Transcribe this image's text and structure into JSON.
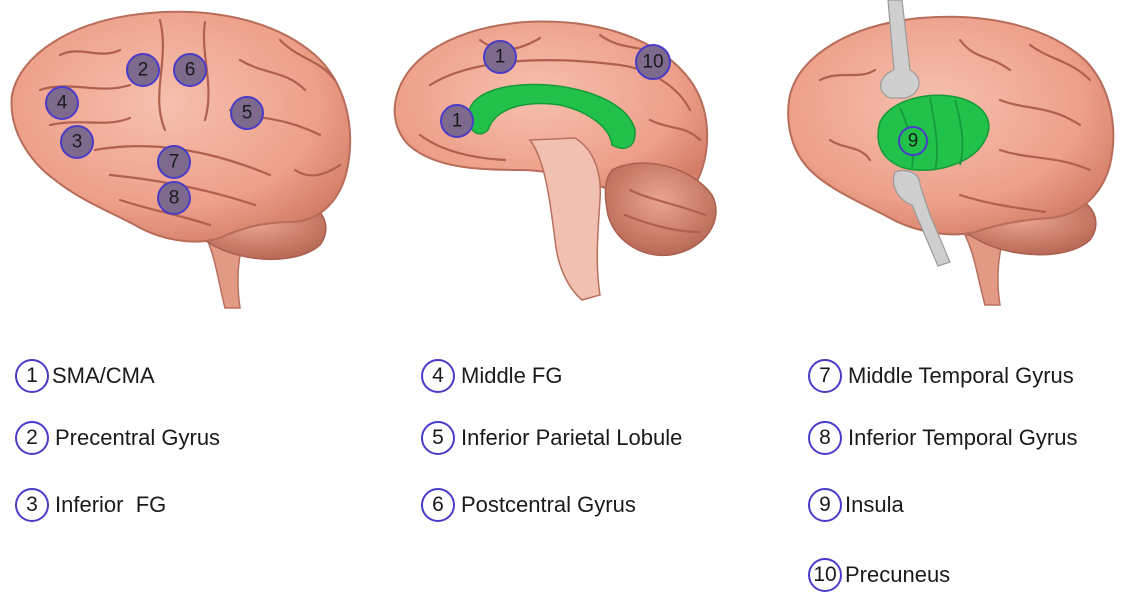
{
  "markers": {
    "lateral": [
      {
        "id": "2",
        "text": "2"
      },
      {
        "id": "6",
        "text": "6"
      },
      {
        "id": "4",
        "text": "4"
      },
      {
        "id": "5",
        "text": "5"
      },
      {
        "id": "3",
        "text": "3"
      },
      {
        "id": "7",
        "text": "7"
      },
      {
        "id": "8",
        "text": "8"
      }
    ],
    "medial": [
      {
        "id": "1a",
        "text": "1"
      },
      {
        "id": "10",
        "text": "10"
      },
      {
        "id": "1b",
        "text": "1"
      }
    ],
    "insular": [
      {
        "id": "9",
        "text": "9"
      }
    ]
  },
  "legend": [
    {
      "num": "1",
      "label": "SMA/CMA"
    },
    {
      "num": "2",
      "label": "Precentral Gyrus"
    },
    {
      "num": "3",
      "label": "Inferior  FG"
    },
    {
      "num": "4",
      "label": "Middle FG"
    },
    {
      "num": "5",
      "label": "Inferior Parietal Lobule"
    },
    {
      "num": "6",
      "label": "Postcentral Gyrus"
    },
    {
      "num": "7",
      "label": "Middle Temporal Gyrus"
    },
    {
      "num": "8",
      "label": "Inferior Temporal Gyrus"
    },
    {
      "num": "9",
      "label": "Insula"
    },
    {
      "num": "10",
      "label": "Precuneus"
    }
  ],
  "colors": {
    "brain": "#f0a892",
    "brain_dark": "#c8705e",
    "sulcus": "#a85848",
    "highlight": "#22c24a",
    "marker_fill": "#7e6a8c",
    "marker_stroke": "#4a3cc8"
  }
}
